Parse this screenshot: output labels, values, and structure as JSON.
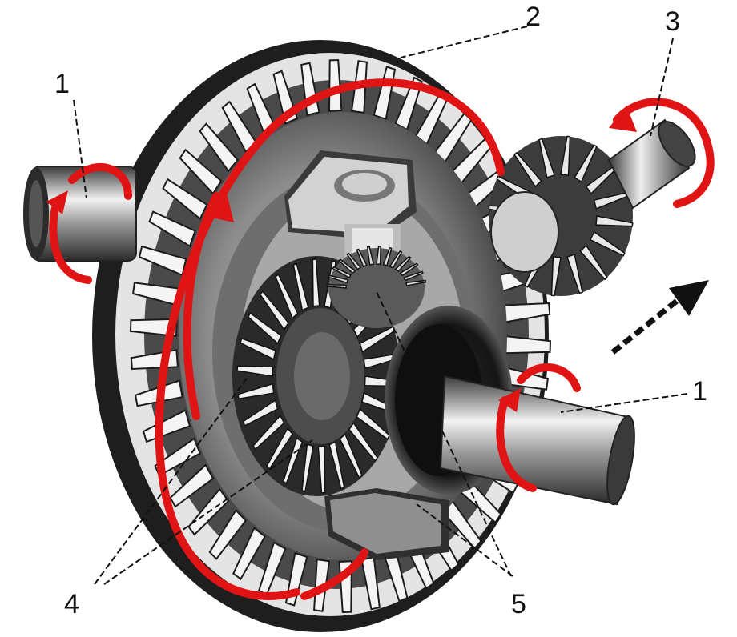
{
  "diagram": {
    "labels": [
      {
        "id": "axle_left",
        "text": "1"
      },
      {
        "id": "ring_gear",
        "text": "2"
      },
      {
        "id": "pinion",
        "text": "3"
      },
      {
        "id": "axle_right",
        "text": "1"
      },
      {
        "id": "side_gears",
        "text": "4"
      },
      {
        "id": "spider_gears",
        "text": "5"
      }
    ],
    "colors": {
      "arrow_red": "#e01414",
      "metal_dark": "#2b2b2b",
      "metal_mid": "#8a8a8a",
      "metal_light": "#d9d9d9",
      "ink": "#111111"
    }
  }
}
